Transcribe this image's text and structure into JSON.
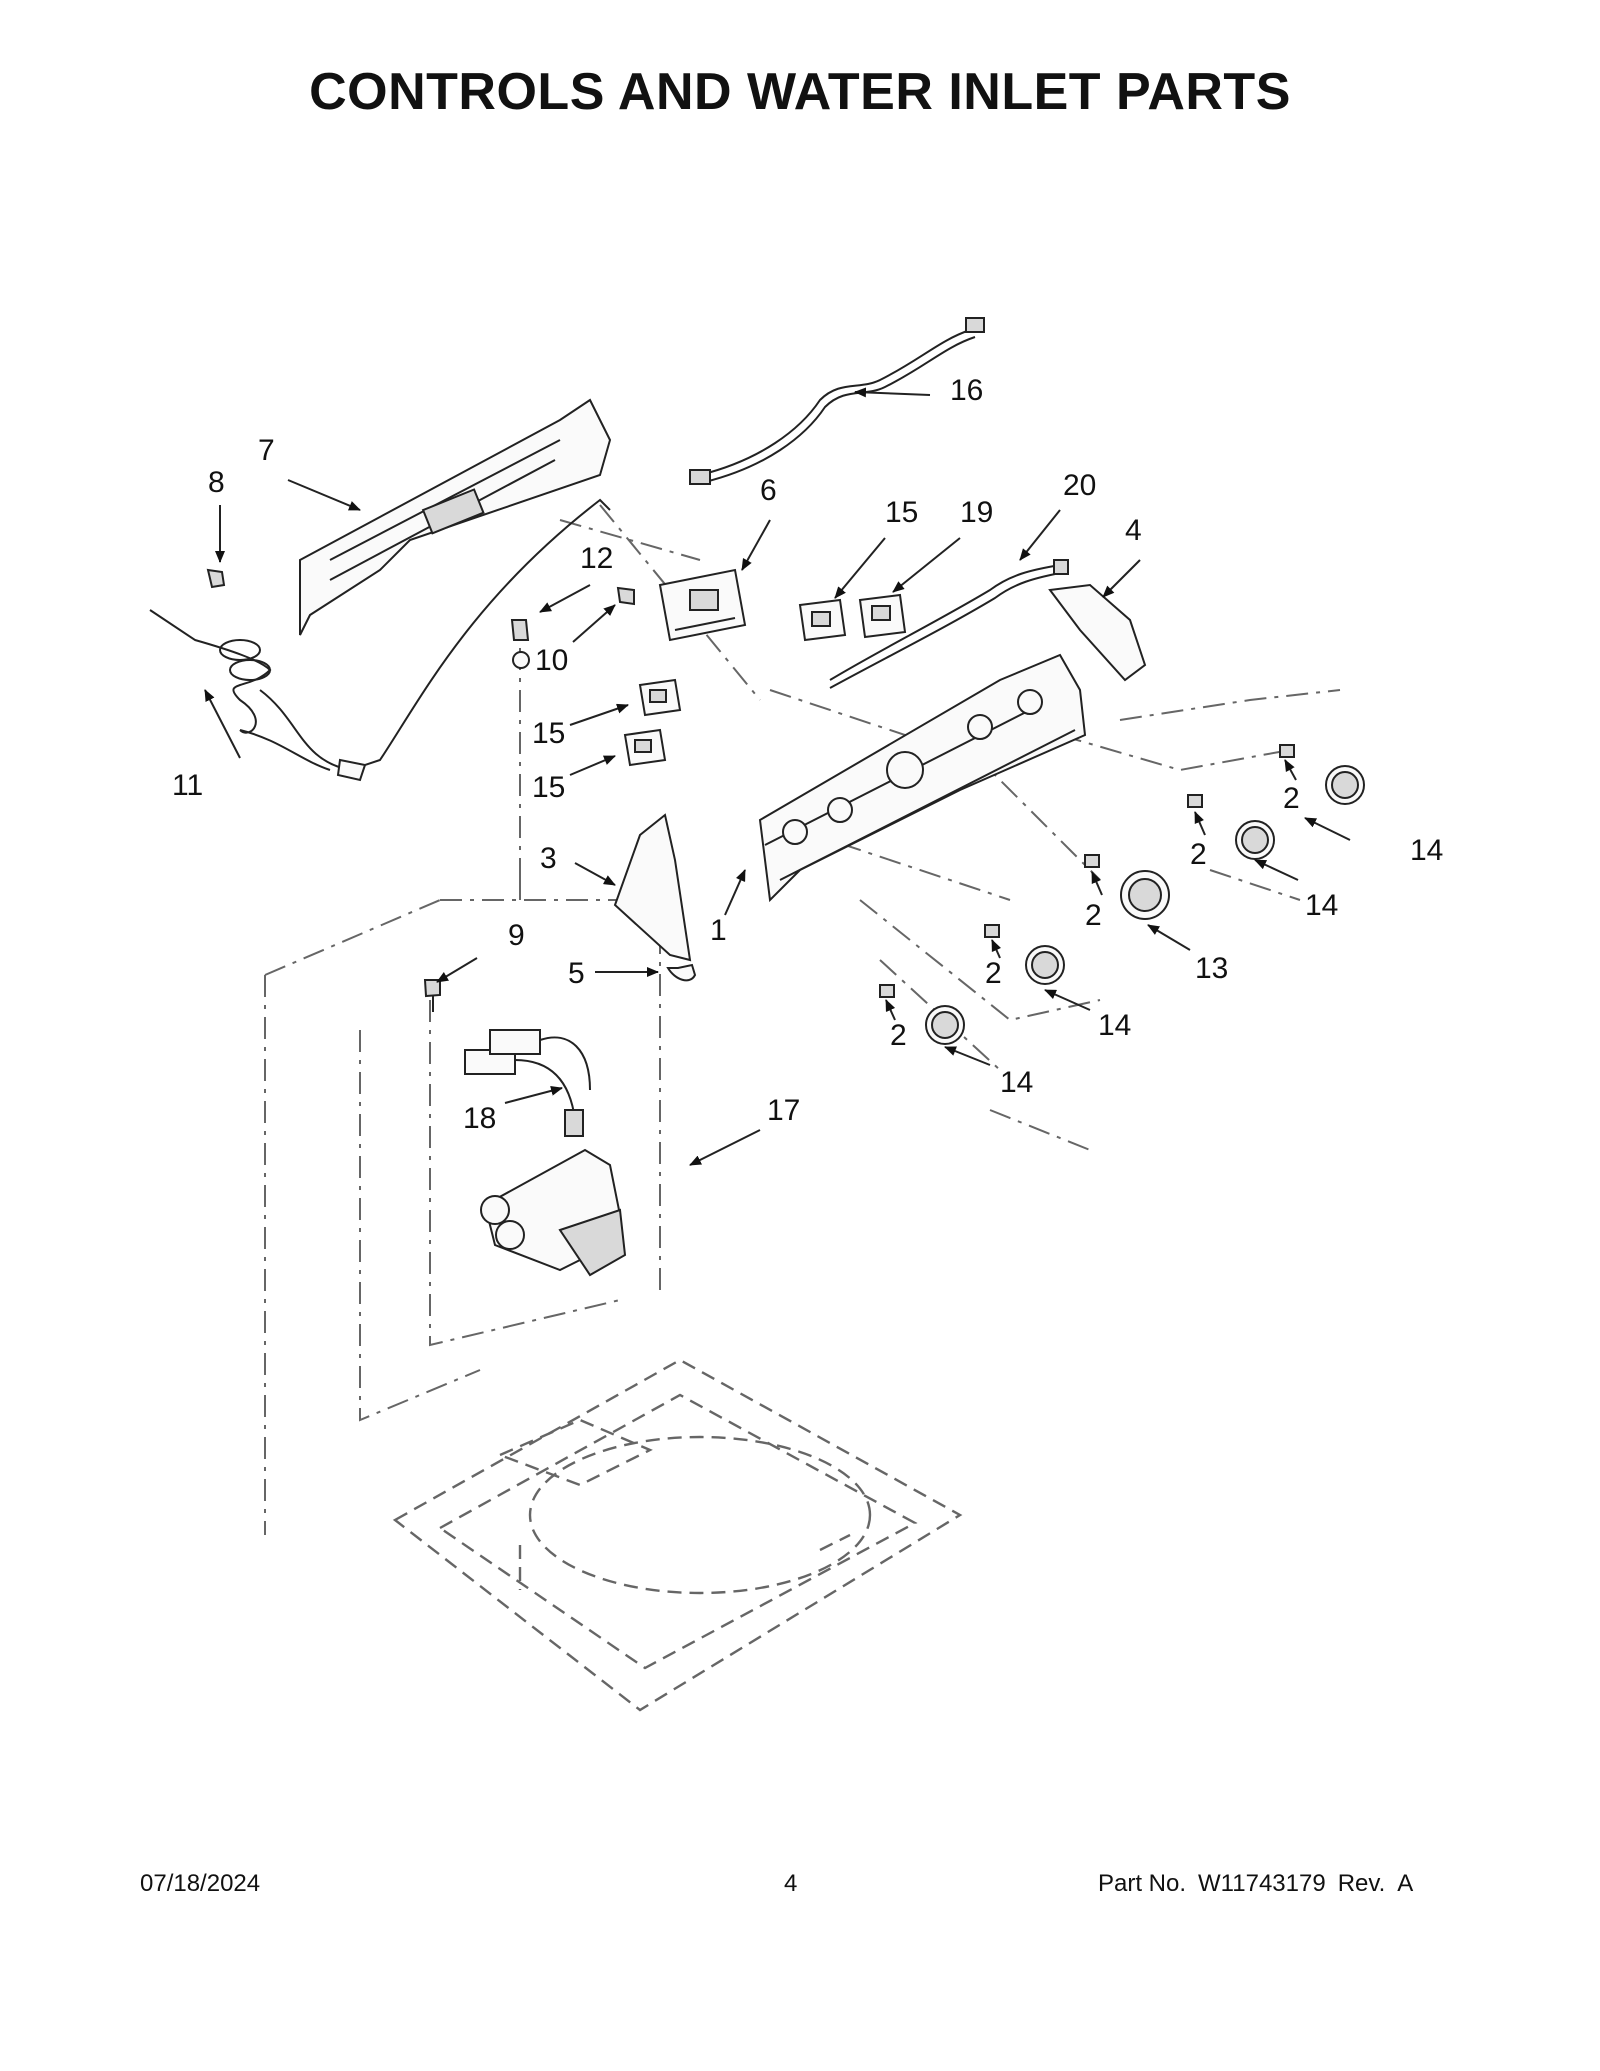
{
  "title": "CONTROLS AND WATER INLET PARTS",
  "footer": {
    "date": "07/18/2024",
    "page": "4",
    "part_label": "Part No.",
    "part_number": "W11743179",
    "rev_label": "Rev.",
    "rev": "A"
  },
  "callouts": [
    "1",
    "2",
    "3",
    "4",
    "5",
    "6",
    "7",
    "8",
    "9",
    "10",
    "11",
    "12",
    "13",
    "14",
    "15",
    "16",
    "17",
    "18",
    "19",
    "20"
  ]
}
